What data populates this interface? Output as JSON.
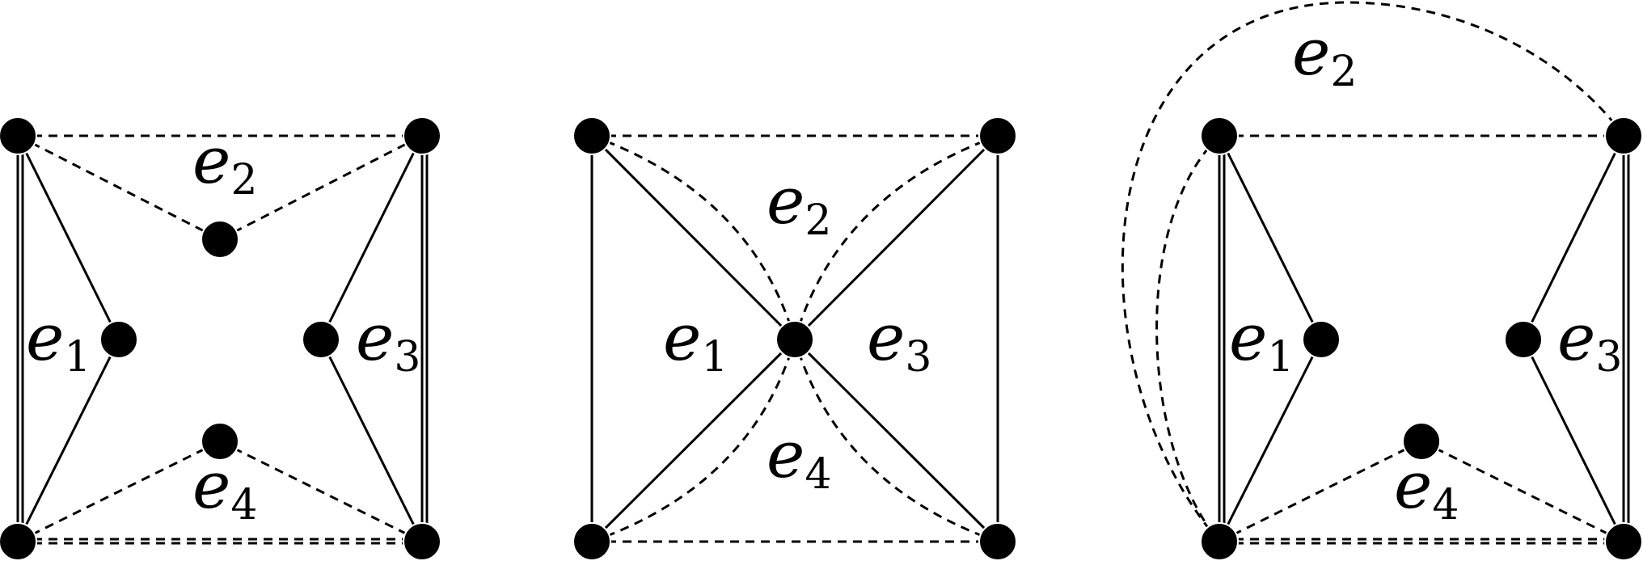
{
  "figures": [
    {
      "labels": [
        {
          "base": "e",
          "sub": "1"
        },
        {
          "base": "e",
          "sub": "2"
        },
        {
          "base": "e",
          "sub": "3"
        },
        {
          "base": "e",
          "sub": "4"
        }
      ]
    },
    {
      "labels": [
        {
          "base": "e",
          "sub": "1"
        },
        {
          "base": "e",
          "sub": "2"
        },
        {
          "base": "e",
          "sub": "3"
        },
        {
          "base": "e",
          "sub": "4"
        }
      ]
    },
    {
      "labels": [
        {
          "base": "e",
          "sub": "1"
        },
        {
          "base": "e",
          "sub": "2"
        },
        {
          "base": "e",
          "sub": "3"
        },
        {
          "base": "e",
          "sub": "4"
        }
      ]
    }
  ]
}
